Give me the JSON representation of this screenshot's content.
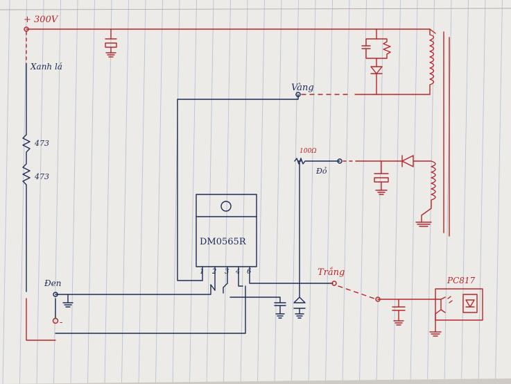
{
  "labels": {
    "supply": "+ 300V",
    "xanh_la": "Xanh lá",
    "vang": "Vàng",
    "do_resistor": "100Ω",
    "do": "Đỏ",
    "r1": "473",
    "r2": "473",
    "ic": "DM0565R",
    "pins": [
      "1",
      "2",
      "3",
      "4",
      "6"
    ],
    "den": "Đen",
    "minus": "-",
    "trang": "Trắng",
    "optocoupler": "PC817"
  },
  "colors": {
    "paper": "#ecebe7",
    "rule_line": "#b9c3d2",
    "margin_line": "#b9a9a9",
    "ink_red": "#b8252a",
    "ink_blue": "#1d2a55"
  }
}
